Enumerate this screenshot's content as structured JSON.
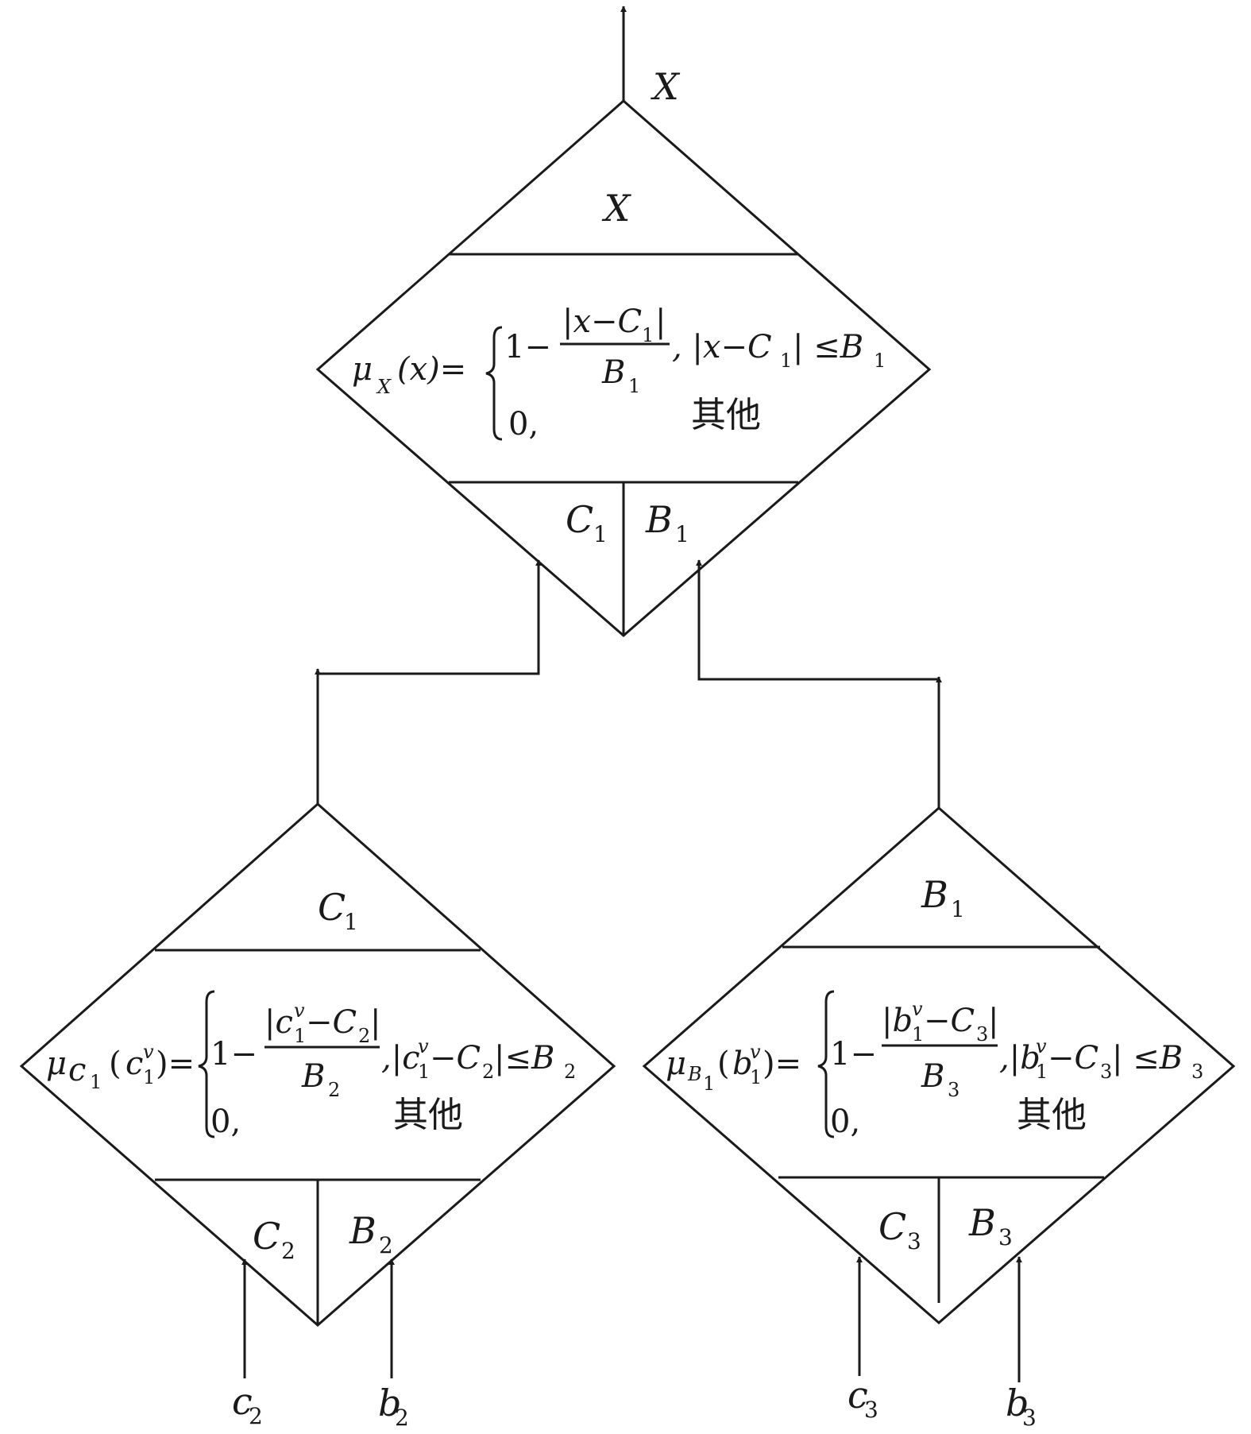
{
  "output": {
    "label": "X"
  },
  "top": {
    "title": "X",
    "mu": "μ",
    "mu_sub": "X",
    "arg": "(x)=",
    "case1_one": "1−",
    "case1_num": "|x−C",
    "case1_num_sub": "1",
    "case1_num_end": "|",
    "case1_den": "B",
    "case1_den_sub": "1",
    "case1_cond": ", |x−C",
    "case1_cond_sub": "1",
    "case1_cond_end": "| ≤B",
    "case1_cond_end_sub": "1",
    "case2_val": "0,",
    "case2_cond": "其他",
    "param_left": "C",
    "param_left_sub": "1",
    "param_right": "B",
    "param_right_sub": "1"
  },
  "left": {
    "title": "C",
    "title_sub": "1",
    "mu": "μ",
    "mu_sub_c": "c",
    "mu_sub_1": "1",
    "arg_open": "(",
    "arg_c": "c",
    "arg_sup": "v",
    "arg_sub": "1",
    "arg_close": ")=",
    "case1_one": "1−",
    "case1_num": "|c",
    "case1_num_sup": "v",
    "case1_num_sub": "1",
    "case1_num_mid": "−C",
    "case1_num_sub2": "2",
    "case1_num_end": "|",
    "case1_den": "B",
    "case1_den_sub": "2",
    "case1_cond": ",|c",
    "case1_cond_sup": "v",
    "case1_cond_sub": "1",
    "case1_cond_mid": "−C",
    "case1_cond_sub2": "2",
    "case1_cond_end": "|≤B",
    "case1_cond_end_sub": "2",
    "case2_val": "0,",
    "case2_cond": "其他",
    "param_left": "C",
    "param_left_sub": "2",
    "param_right": "B",
    "param_right_sub": "2",
    "input_left": "c",
    "input_left_sub": "2",
    "input_right": "b",
    "input_right_sub": "2"
  },
  "right": {
    "title": "B",
    "title_sub": "1",
    "mu": "μ",
    "mu_sub_b": "B",
    "mu_sub_1": "1",
    "arg_open": "(",
    "arg_b": "b",
    "arg_sup": "v",
    "arg_sub": "1",
    "arg_close": ")=",
    "case1_one": "1−",
    "case1_num": "|b",
    "case1_num_sup": "v",
    "case1_num_sub": "1",
    "case1_num_mid": "−C",
    "case1_num_sub2": "3",
    "case1_num_end": "|",
    "case1_den": "B",
    "case1_den_sub": "3",
    "case1_cond": ",|b",
    "case1_cond_sup": "v",
    "case1_cond_sub": "1",
    "case1_cond_mid": "−C",
    "case1_cond_sub2": "3",
    "case1_cond_end": "| ≤B",
    "case1_cond_end_sub": "3",
    "case2_val": "0,",
    "case2_cond": "其他",
    "param_left": "C",
    "param_left_sub": "3",
    "param_right": "B",
    "param_right_sub": "3",
    "input_left": "c",
    "input_left_sub": "3",
    "input_right": "b",
    "input_right_sub": "3"
  }
}
